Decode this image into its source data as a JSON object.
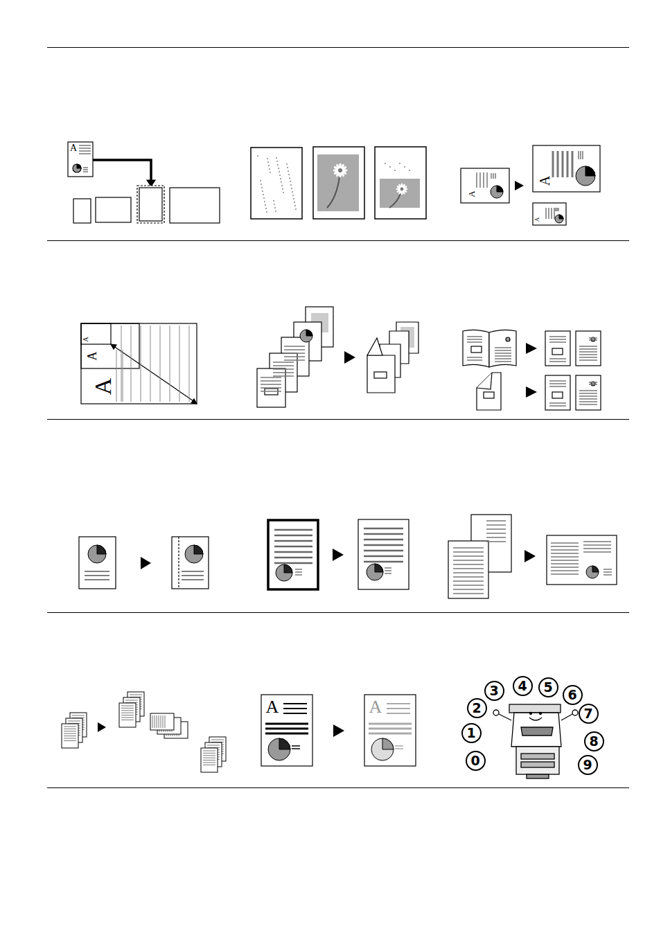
{
  "diagram": {
    "nodes": [
      {
        "text": [
          "3"
        ]
      },
      {
        "text": [
          "4"
        ]
      },
      {
        "text": [
          "5"
        ]
      },
      {
        "text": [
          "6"
        ]
      },
      {
        "text": [
          "2"
        ]
      },
      {
        "text": [
          "7"
        ]
      },
      {
        "text": [
          "1"
        ]
      },
      {
        "text": [
          "8"
        ]
      },
      {
        "text": [
          "0"
        ]
      },
      {
        "text": [
          "9"
        ]
      }
    ],
    "labels": [
      "A",
      "A",
      "A",
      "A",
      "A",
      "A",
      "A",
      "A",
      "A"
    ]
  }
}
